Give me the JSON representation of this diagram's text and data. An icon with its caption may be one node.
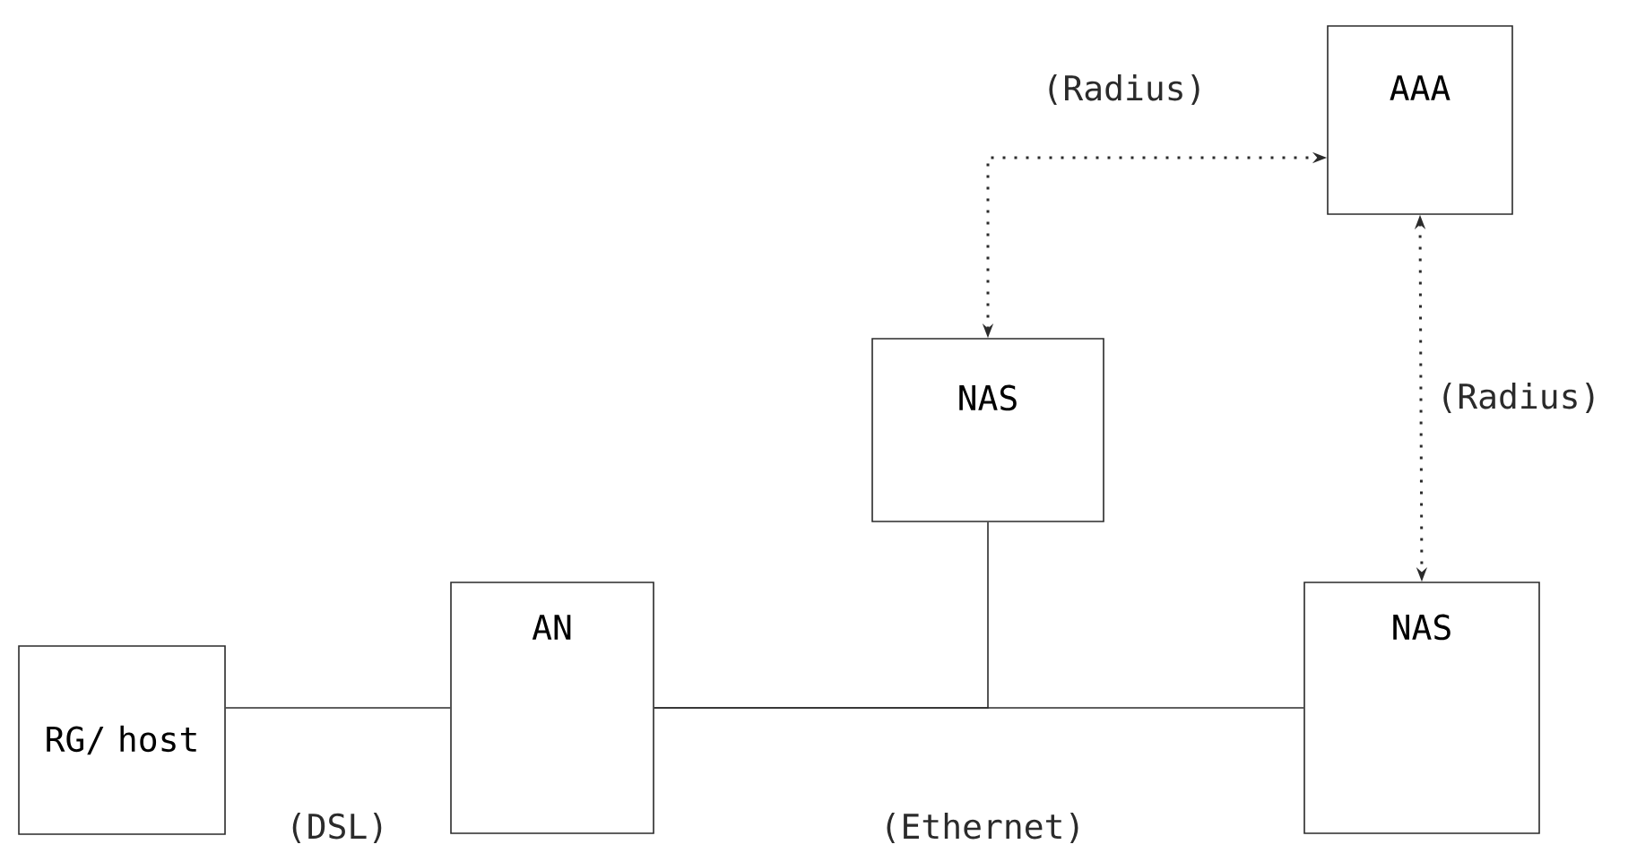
{
  "diagram": {
    "nodes": [
      {
        "text": [
          "AAA"
        ]
      },
      {
        "text": [
          "NAS"
        ]
      },
      {
        "text": [
          "NAS"
        ]
      },
      {
        "text": [
          "RG/ host"
        ]
      },
      {
        "text": [
          "AN"
        ]
      }
    ],
    "edges": [
      {
        "from": 1,
        "to": 0,
        "arrow": "both",
        "style": "dashed",
        "label": "(Radius)"
      },
      {
        "from": 0,
        "to": 2,
        "arrow": "both",
        "style": "dashed",
        "label": "(Radius)"
      },
      {
        "from": 3,
        "to": 4,
        "arrow": "none",
        "label": "(DSL)"
      },
      {
        "from": 4,
        "to": 2,
        "arrow": "none",
        "label": "(Ethernet)"
      },
      {
        "from": 4,
        "to": 1,
        "arrow": "none"
      }
    ]
  }
}
